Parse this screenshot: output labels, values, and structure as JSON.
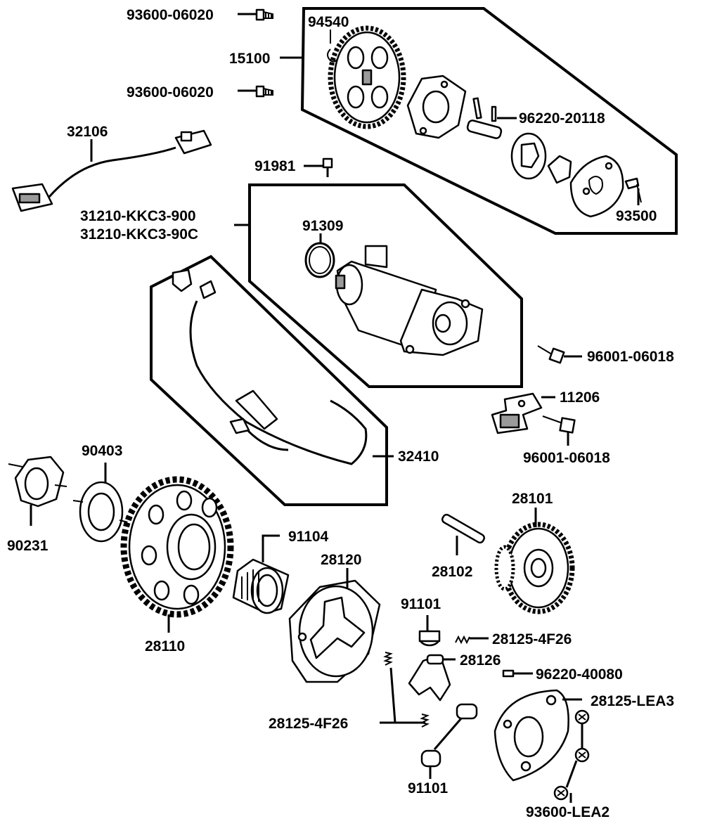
{
  "callouts": {
    "screw_top_1": "93600-06020",
    "oil_pump_assy": "15100",
    "screw_top_2": "93600-06020",
    "clip": "94540",
    "pin": "96220-20118",
    "wire_harness": "32106",
    "bolt_small": "91981",
    "starter_motor_1": "31210-KKC3-900",
    "starter_motor_2": "31210-KKC3-90C",
    "o_ring": "91309",
    "screw_pump": "93500",
    "bolt_right_1": "96001-06018",
    "bracket": "11206",
    "bolt_right_2": "96001-06018",
    "cable": "32410",
    "washer": "90403",
    "nut": "90231",
    "starter_gear": "28110",
    "needle_bearing": "91104",
    "clutch_outer": "28120",
    "idle_gear": "28101",
    "idle_shaft": "28102",
    "roller_top": "91101",
    "spring_top": "28125-4F26",
    "roller_cage": "28126",
    "pin_small": "96220-40080",
    "spring_plate": "28125-LEA3",
    "spring_left": "28125-4F26",
    "roller_bottom": "91101",
    "screw_plate": "93600-LEA2"
  },
  "icons": {
    "gear": "gear-icon",
    "motor": "motor-icon",
    "screw": "screw-icon",
    "cable": "cable-icon"
  }
}
